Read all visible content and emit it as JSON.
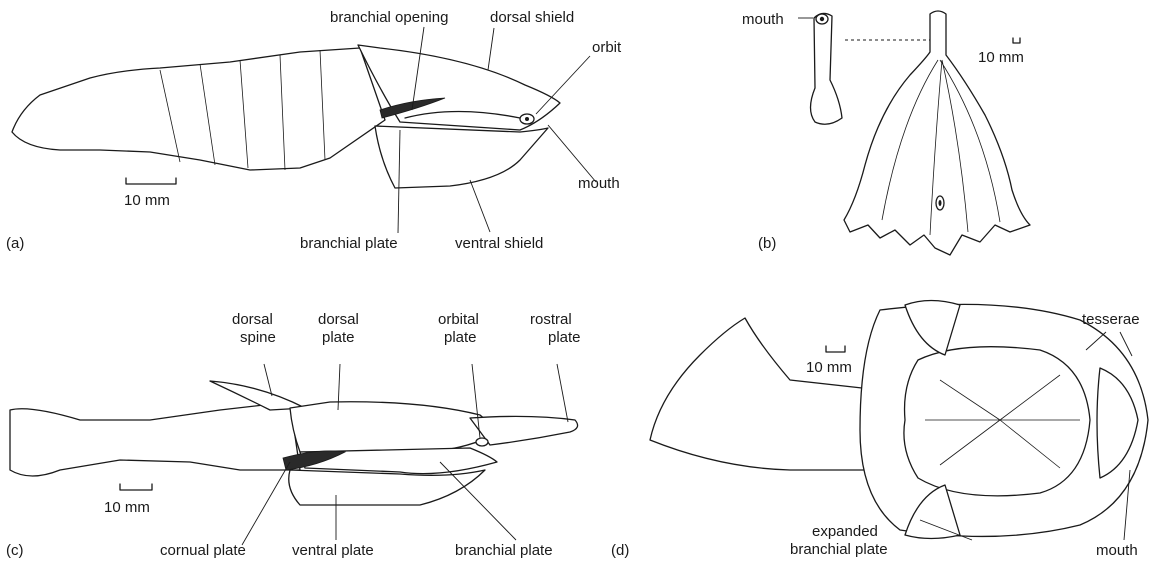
{
  "panels": {
    "a": {
      "tag": "(a)",
      "labels": {
        "branchial_opening": "branchial opening",
        "dorsal_shield": "dorsal shield",
        "orbit": "orbit",
        "mouth": "mouth",
        "branchial_plate": "branchial plate",
        "ventral_shield": "ventral shield"
      },
      "scale": "10 mm"
    },
    "b": {
      "tag": "(b)",
      "labels": {
        "mouth": "mouth"
      },
      "scale": "10 mm"
    },
    "c": {
      "tag": "(c)",
      "labels": {
        "dorsal_spine": [
          "dorsal",
          "spine"
        ],
        "dorsal_plate": [
          "dorsal",
          "plate"
        ],
        "orbital_plate": [
          "orbital",
          "plate"
        ],
        "rostral_plate": [
          "rostral",
          "plate"
        ],
        "cornual_plate": "cornual plate",
        "ventral_plate": "ventral plate",
        "branchial_plate": "branchial plate"
      },
      "scale": "10 mm"
    },
    "d": {
      "tag": "(d)",
      "labels": {
        "tesserae": "tesserae",
        "expanded_branchial_plate": [
          "expanded",
          "branchial plate"
        ],
        "mouth": "mouth"
      },
      "scale": "10 mm"
    }
  },
  "colors": {
    "ink": "#1a1a1a",
    "paper": "#ffffff"
  }
}
